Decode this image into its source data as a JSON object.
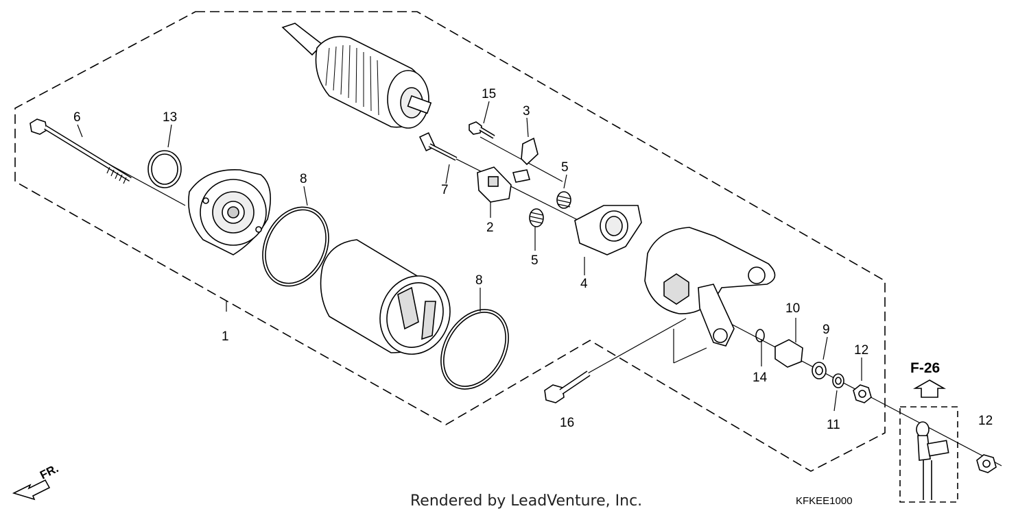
{
  "diagram": {
    "callouts": [
      {
        "id": "c1",
        "label": "1"
      },
      {
        "id": "c2",
        "label": "2"
      },
      {
        "id": "c3",
        "label": "3"
      },
      {
        "id": "c4",
        "label": "4"
      },
      {
        "id": "c5a",
        "label": "5"
      },
      {
        "id": "c5b",
        "label": "5"
      },
      {
        "id": "c6",
        "label": "6"
      },
      {
        "id": "c7",
        "label": "7"
      },
      {
        "id": "c8a",
        "label": "8"
      },
      {
        "id": "c8b",
        "label": "8"
      },
      {
        "id": "c9",
        "label": "9"
      },
      {
        "id": "c10",
        "label": "10"
      },
      {
        "id": "c11",
        "label": "11"
      },
      {
        "id": "c12a",
        "label": "12"
      },
      {
        "id": "c12b",
        "label": "12"
      },
      {
        "id": "c13",
        "label": "13"
      },
      {
        "id": "c14",
        "label": "14"
      },
      {
        "id": "c15",
        "label": "15"
      },
      {
        "id": "c16",
        "label": "16"
      }
    ],
    "reference": "F-26",
    "front_marker": "FR.",
    "credit": "Rendered by LeadVenture, Inc.",
    "diagram_code": "KFKEE1000"
  }
}
